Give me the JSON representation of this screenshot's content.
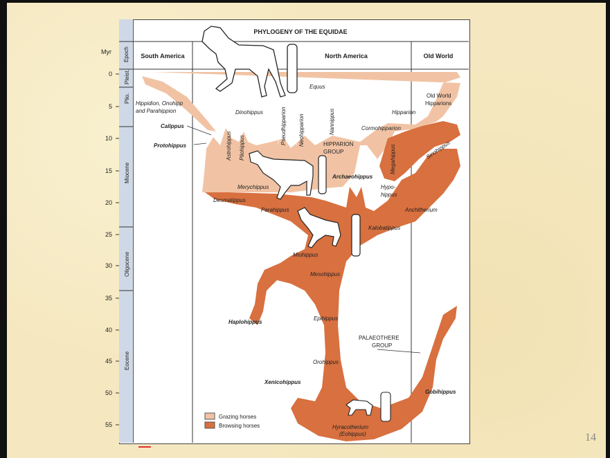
{
  "slide": {
    "page_number": "14"
  },
  "figure": {
    "title": "PHYLOGENY OF THE EQUIDAE",
    "columns": {
      "myr": "Myr",
      "epoch": "Epoch",
      "south_america": "South America",
      "north_america": "North America",
      "old_world": "Old World"
    },
    "epochs": [
      "Pleist.",
      "Plio.",
      "Miocene",
      "Oligocene",
      "Eocene"
    ],
    "ticks": [
      "0",
      "5",
      "10",
      "15",
      "20",
      "25",
      "30",
      "35",
      "40",
      "45",
      "50",
      "55"
    ],
    "taxa": {
      "equus": "Equus",
      "hippidion_1": "Hippidion, Onohipp",
      "hippidion_2": "and Parahippion",
      "dinohippus": "Dinohippus",
      "pseudhipparion": "Pseudhipparion",
      "neohipparion": "Neohipparion",
      "nannippus": "Nannippus",
      "hipparion": "Hipparion",
      "old_world_hipp_1": "Old World",
      "old_world_hipp_2": "Hipparions",
      "cormohipparion": "Cormohipparion",
      "calippus": "Calippus",
      "protohippus": "Protohippus",
      "astrohippus": "Astrohippus",
      "pliohippus": "Pliohippus",
      "hipparion_group_1": "HIPPARION",
      "hipparion_group_2": "GROUP",
      "megahippus": "Megahippus",
      "sinohippus": "Sinohippus",
      "archaeohippus": "Archaeohippus",
      "merychippus": "Merychippus",
      "hypohippus_1": "Hypo-",
      "hypohippus_2": "hippus",
      "desmatippus": "Desmatippus",
      "anchitherium": "Anchitherium",
      "parahippus": "Parahippus",
      "kalobatippus": "Kalobatippus",
      "miohippus": "Miohippus",
      "mesohippus": "Mesohippus",
      "haplohippus": "Haplohippus",
      "epihippus": "Epihippus",
      "palaeothere_1": "PALAEOTHERE",
      "palaeothere_2": "GROUP",
      "orohippus": "Orohippus",
      "xenicohippus": "Xenicohippus",
      "gobihippus": "Gobihippus",
      "hyracotherium_1": "Hyracotherium",
      "hyracotherium_2": "(Eohippus)"
    },
    "legend": {
      "grazing": "Grazing horses",
      "browsing": "Browsing horses"
    },
    "colors": {
      "grazing": "#f1c3a4",
      "browsing": "#d8703f",
      "paper": "#ffffff",
      "epoch_strip": "#cfd8e6"
    }
  }
}
